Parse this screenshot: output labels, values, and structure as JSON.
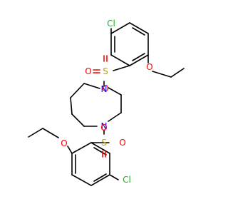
{
  "molecule": {
    "atoms": {
      "cl_top": "Cl",
      "s_top": "S",
      "o_top_left": "O",
      "o_top_bottom": "O",
      "o_ether_top": "O",
      "n_top": "N",
      "n_bottom": "N",
      "s_bottom": "S",
      "o_bottom_top": "O",
      "o_bottom_right": "O",
      "o_ether_bottom": "O",
      "cl_bottom": "Cl"
    },
    "colors": {
      "carbon_bond": "#000000",
      "chlorine": "#20b020",
      "sulfur": "#b3a400",
      "oxygen": "#ff0000",
      "nitrogen": "#0000ff"
    }
  }
}
